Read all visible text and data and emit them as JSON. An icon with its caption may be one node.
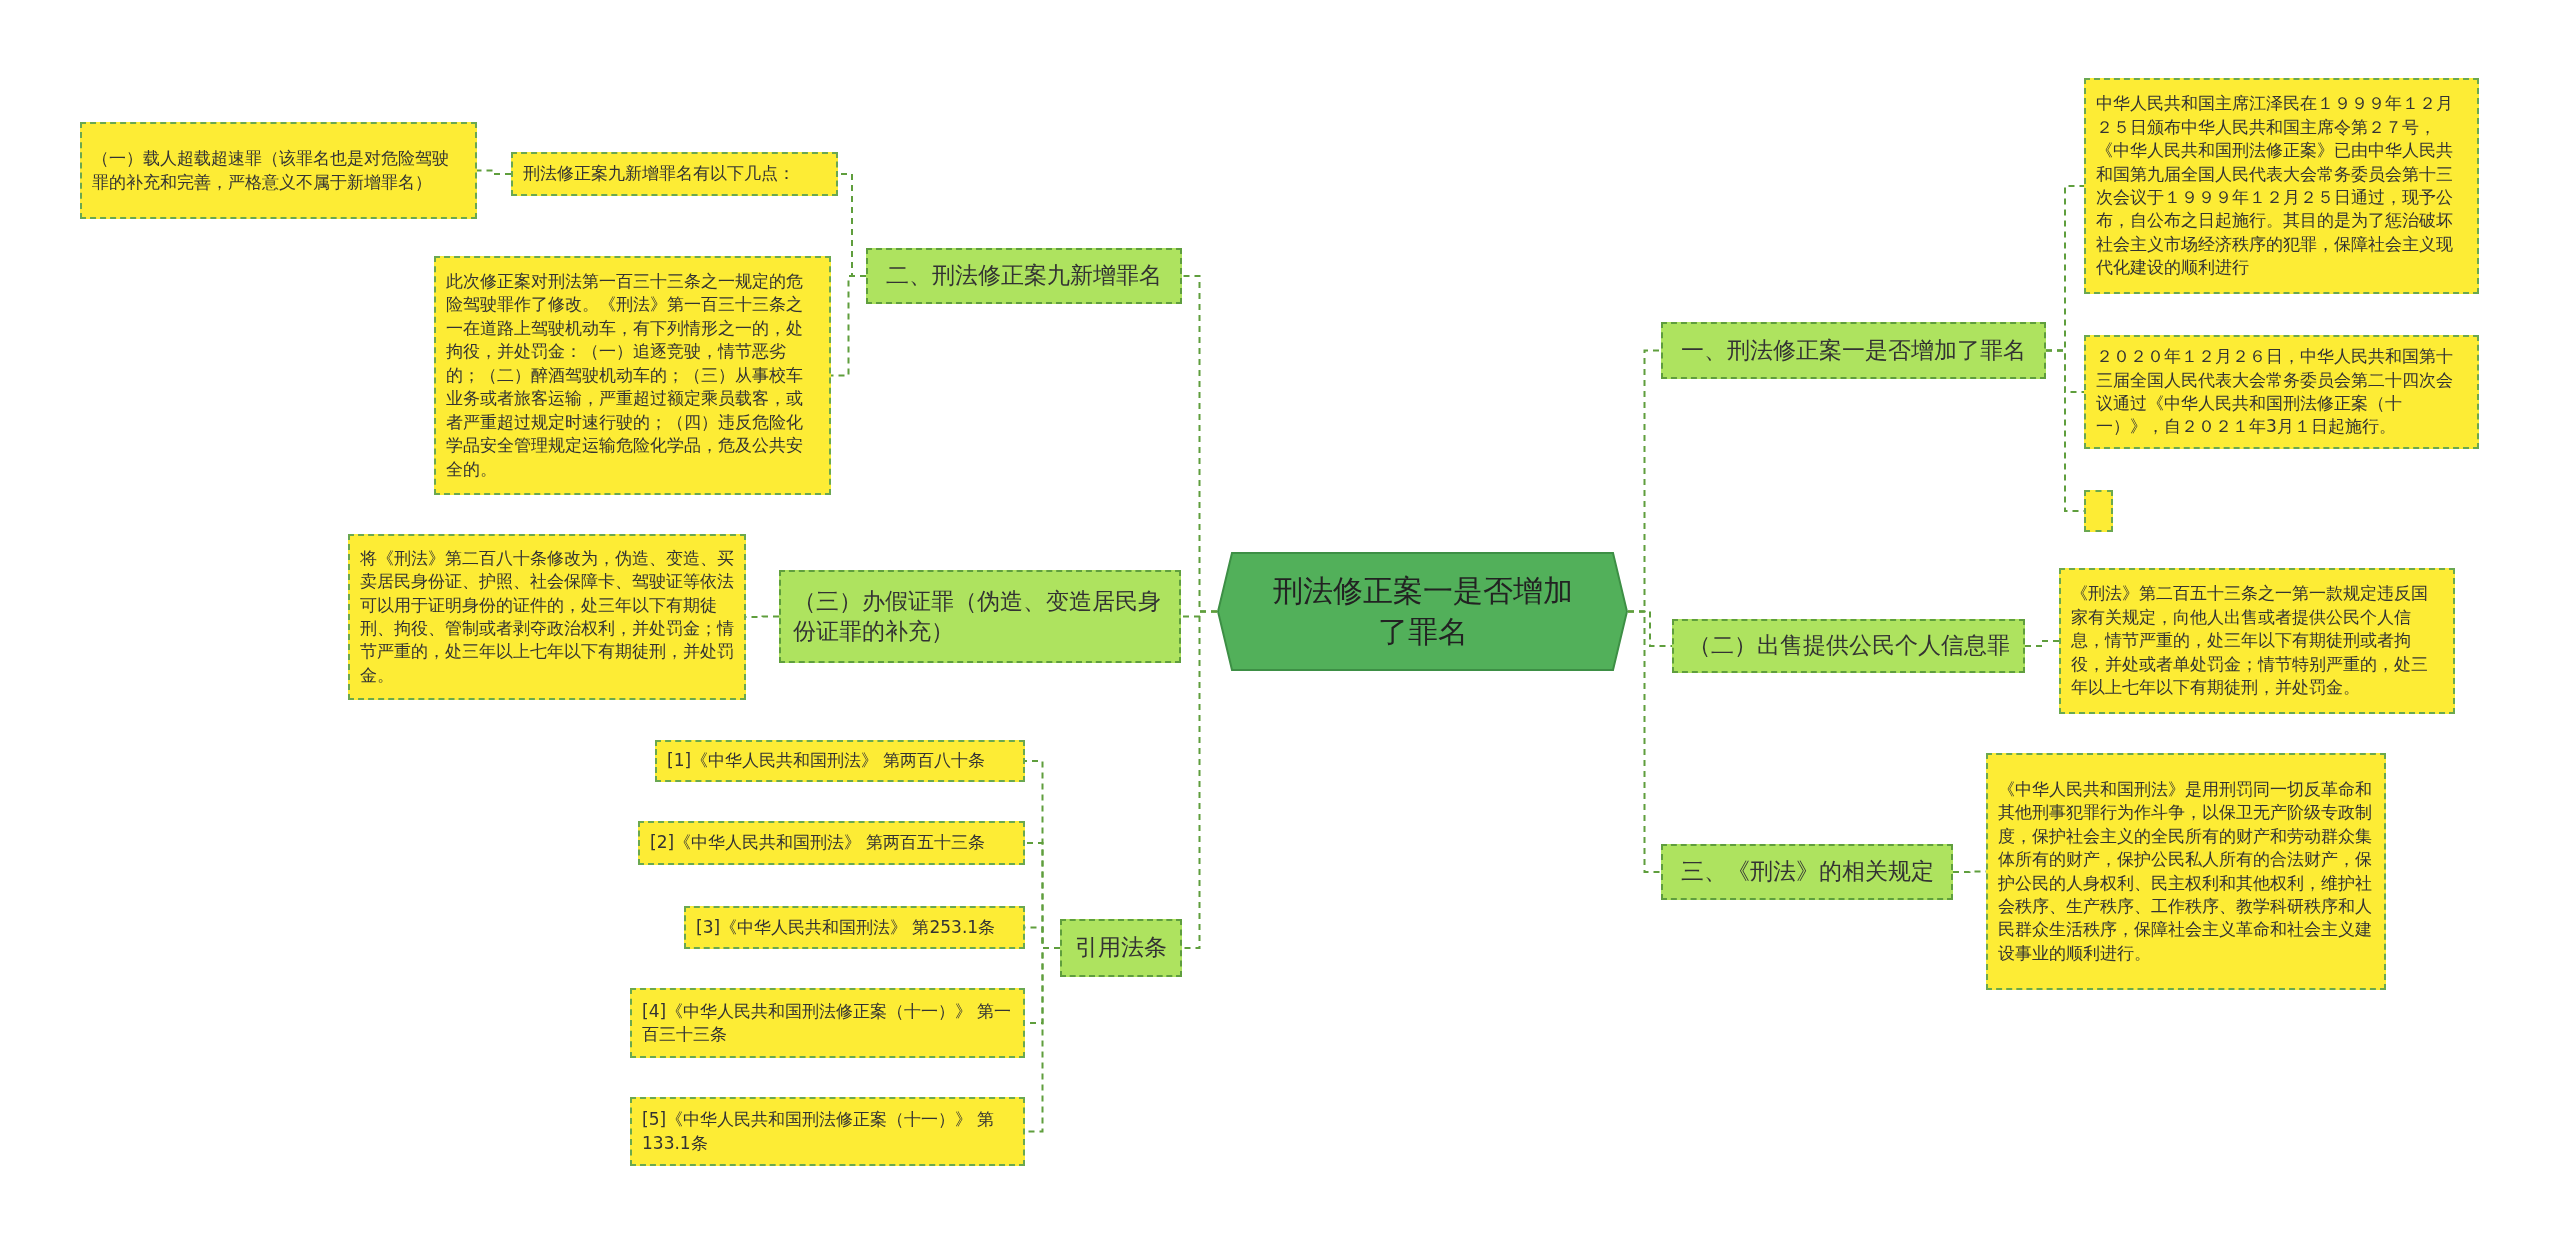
{
  "diagram": {
    "nodes": [
      {
        "text": [
          "刑法修正案一是否增加了罪名"
        ]
      },
      {
        "text": [
          "二、刑法修正案九新增罪名"
        ]
      },
      {
        "text": [
          "刑法修正案九新增罪名有以下几点："
        ]
      },
      {
        "text": [
          "（一）载人超载超速罪（该罪名也是对危险驾驶罪的补充和完善，严格意义不属于新增罪名）"
        ]
      },
      {
        "text": [
          "此次修正案对刑法第一百三十三条之一规定的危险驾驶罪作了修改。《刑法》第一百三十三条之一在道路上驾驶机动车，有下列情形之一的，处拘役，并处罚金：（一）追逐竞驶，情节恶劣的；（二）醉酒驾驶机动车的；（三）从事校车业务或者旅客运输，严重超过额定乘员载客，或者严重超过规定时速行驶的；（四）违反危险化学品安全管理规定运输危险化学品，危及公共安全的。"
        ]
      },
      {
        "text": [
          "（三）办假证罪（伪造、变造居民身份证罪的补充）"
        ]
      },
      {
        "text": [
          "将《刑法》第二百八十条修改为，伪造、变造、买卖居民身份证、护照、社会保障卡、驾驶证等依法可以用于证明身份的证件的，处三年以下有期徒刑、拘役、管制或者剥夺政治权利，并处罚金；情节严重的，处三年以上七年以下有期徒刑，并处罚金。"
        ]
      },
      {
        "text": [
          "引用法条"
        ]
      },
      {
        "text": [
          "[1]《中华人民共和国刑法》 第两百八十条"
        ]
      },
      {
        "text": [
          "[2]《中华人民共和国刑法》 第两百五十三条"
        ]
      },
      {
        "text": [
          "[3]《中华人民共和国刑法》 第253.1条"
        ]
      },
      {
        "text": [
          "[4]《中华人民共和国刑法修正案（十一）》 第一百三十三条"
        ]
      },
      {
        "text": [
          "[5]《中华人民共和国刑法修正案（十一）》 第133.1条"
        ]
      },
      {
        "text": [
          "一、刑法修正案一是否增加了罪名"
        ]
      },
      {
        "text": [
          "中华人民共和国主席江泽民在１９９９年１２月２５日颁布中华人民共和国主席令第２７号，《中华人民共和国刑法修正案》已由中华人民共和国第九届全国人民代表大会常务委员会第十三次会议于１９９９年１２月２５日通过，现予公布，自公布之日起施行。其目的是为了惩治破坏社会主义市场经济秩序的犯罪，保障社会主义现代化建设的顺利进行"
        ]
      },
      {
        "text": [
          "２０２０年１２月２６日，中华人民共和国第十三届全国人民代表大会常务委员会第二十四次会议通过《中华人民共和国刑法修正案（十一）》，自２０２１年3月１日起施行。"
        ]
      },
      {
        "text": [],
        "shape": "box"
      },
      {
        "text": [
          "（二）出售提供公民个人信息罪"
        ]
      },
      {
        "text": [
          "《刑法》第二百五十三条之一第一款规定违反国家有关规定，向他人出售或者提供公民个人信息，情节严重的，处三年以下有期徒刑或者拘役，并处或者单处罚金；情节特别严重的，处三年以上七年以下有期徒刑，并处罚金。"
        ]
      },
      {
        "text": [
          "三、《刑法》的相关规定"
        ]
      },
      {
        "text": [
          "《中华人民共和国刑法》是用刑罚同一切反革命和其他刑事犯罪行为作斗争，以保卫无产阶级专政制度，保护社会主义的全民所有的财产和劳动群众集体所有的财产，保护公民私人所有的合法财产，保护公民的人身权利、民主权利和其他权利，维护社会秩序、生产秩序、工作秩序、教学科研秩序和人民群众生活秩序，保障社会主义革命和社会主义建设事业的顺利进行。"
        ]
      }
    ],
    "edges": [
      {
        "from": 0,
        "to": 1,
        "arrow": "none"
      },
      {
        "from": 1,
        "to": 2,
        "arrow": "none"
      },
      {
        "from": 2,
        "to": 3,
        "arrow": "none"
      },
      {
        "from": 1,
        "to": 4,
        "arrow": "none"
      },
      {
        "from": 0,
        "to": 5,
        "arrow": "none"
      },
      {
        "from": 5,
        "to": 6,
        "arrow": "none"
      },
      {
        "from": 0,
        "to": 7,
        "arrow": "none"
      },
      {
        "from": 7,
        "to": 8,
        "arrow": "none"
      },
      {
        "from": 7,
        "to": 9,
        "arrow": "none"
      },
      {
        "from": 7,
        "to": 10,
        "arrow": "none"
      },
      {
        "from": 7,
        "to": 11,
        "arrow": "none"
      },
      {
        "from": 7,
        "to": 12,
        "arrow": "none"
      },
      {
        "from": 0,
        "to": 13,
        "arrow": "none"
      },
      {
        "from": 13,
        "to": 14,
        "arrow": "none"
      },
      {
        "from": 13,
        "to": 15,
        "arrow": "none"
      },
      {
        "from": 13,
        "to": 16,
        "arrow": "none"
      },
      {
        "from": 0,
        "to": 17,
        "arrow": "none"
      },
      {
        "from": 17,
        "to": 18,
        "arrow": "none"
      },
      {
        "from": 0,
        "to": 19,
        "arrow": "none"
      },
      {
        "from": 19,
        "to": 20,
        "arrow": "none"
      }
    ]
  }
}
